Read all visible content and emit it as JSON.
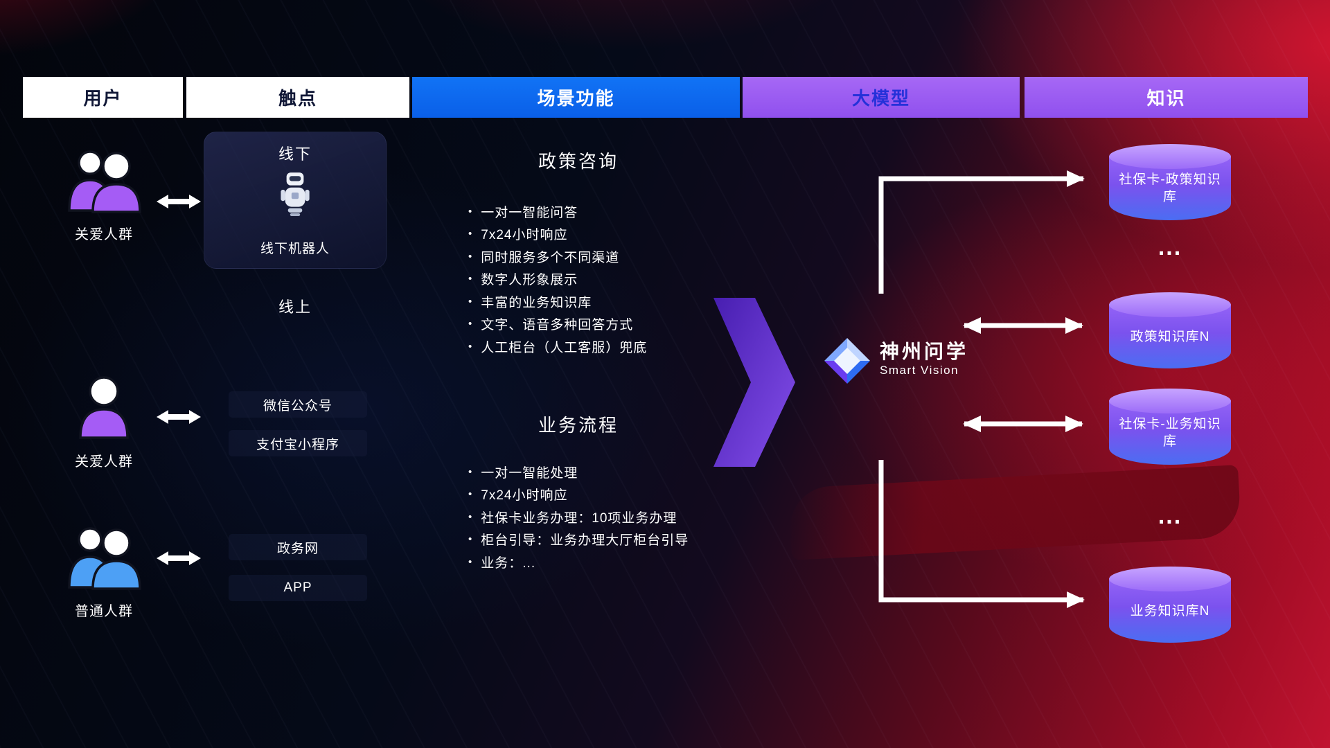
{
  "header": {
    "columns": [
      {
        "id": "user",
        "label": "用户",
        "style": "light"
      },
      {
        "id": "touchpoint",
        "label": "触点",
        "style": "light"
      },
      {
        "id": "scenario",
        "label": "场景功能",
        "style": "blue"
      },
      {
        "id": "model",
        "label": "大模型",
        "style": "purple"
      },
      {
        "id": "knowledge",
        "label": "知识",
        "style": "purple"
      }
    ]
  },
  "users": [
    {
      "label": "关爱人群",
      "icon": "users-group-icon",
      "color": "#a55cf5"
    },
    {
      "label": "关爱人群",
      "icon": "user-single-icon",
      "color": "#a55cf5"
    },
    {
      "label": "普通人群",
      "icon": "users-group-icon",
      "color": "#4da0f5"
    }
  ],
  "touchpoints": {
    "offline_title": "线下",
    "offline_robot_label": "线下机器人",
    "robot_icon": "robot-icon",
    "online_title": "线上",
    "online_items": [
      "微信公众号",
      "支付宝小程序",
      "政务网",
      "APP"
    ]
  },
  "scenarios": [
    {
      "title": "政策咨询",
      "items": [
        "一对一智能问答",
        "7x24小时响应",
        "同时服务多个不同渠道",
        "数字人形象展示",
        "丰富的业务知识库",
        "文字、语音多种回答方式",
        "人工柜台（人工客服）兜底"
      ]
    },
    {
      "title": "业务流程",
      "items": [
        "一对一智能处理",
        "7x24小时响应",
        "社保卡业务办理：10项业务办理",
        "柜台引导：业务办理大厅柜台引导",
        "业务：..."
      ]
    }
  ],
  "model": {
    "name": "神州问学",
    "subtitle": "Smart Vision",
    "logo_icon": "diamond-gem-icon"
  },
  "knowledge": {
    "databases": [
      "社保卡-政策知识库",
      "政策知识库N",
      "社保卡-业务知识库",
      "业务知识库N"
    ],
    "ellipsis": "..."
  },
  "colors": {
    "header_light_bg": "#ffffff",
    "header_dark_text": "#101736",
    "header_blue_bg": "#0a6af2",
    "header_purple_bg": "#9d5df2",
    "header_model_text": "#2531d9",
    "cylinder_top": "#c7a4ff",
    "cylinder_body_start": "#9463f6",
    "cylinder_body_end": "#4b6df2",
    "big_arrow_start": "#4a1fb8",
    "big_arrow_end": "#8a52f5",
    "background_dark": "#03050c",
    "background_red": "#c11330",
    "connector_white": "#ffffff"
  }
}
